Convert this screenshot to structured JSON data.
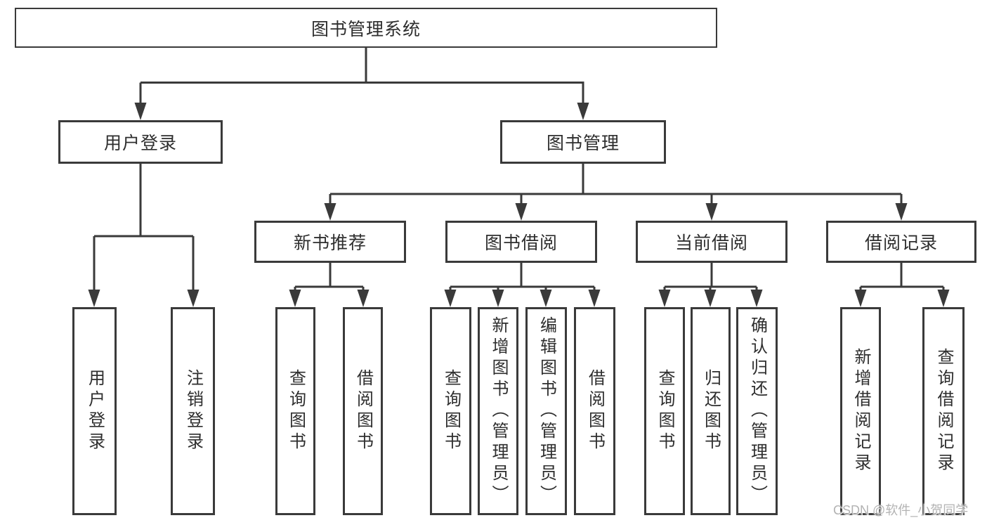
{
  "diagram_type": "hierarchy-tree",
  "watermark": "CSDN @软件_小贺同学",
  "colors": {
    "line": "#3a3a3a",
    "text": "#2e2e2e",
    "watermark": "#b3b3b3",
    "background": "#ffffff"
  },
  "tree": {
    "root": {
      "label": "图书管理系统"
    },
    "level2": [
      {
        "label": "用户登录",
        "leaves": [
          {
            "label": "用户登录"
          },
          {
            "label": "注销登录"
          }
        ]
      },
      {
        "label": "图书管理",
        "children": [
          {
            "label": "新书推荐",
            "leaves": [
              {
                "label": "查询图书"
              },
              {
                "label": "借阅图书"
              }
            ]
          },
          {
            "label": "图书借阅",
            "leaves": [
              {
                "label": "查询图书"
              },
              {
                "label": "新增图书（管理员）"
              },
              {
                "label": "编辑图书（管理员）"
              },
              {
                "label": "借阅图书"
              }
            ]
          },
          {
            "label": "当前借阅",
            "leaves": [
              {
                "label": "查询图书"
              },
              {
                "label": "归还图书"
              },
              {
                "label": "确认归还（管理员）"
              }
            ]
          },
          {
            "label": "借阅记录",
            "leaves": [
              {
                "label": "新增借阅记录"
              },
              {
                "label": "查询借阅记录"
              }
            ]
          }
        ]
      }
    ]
  }
}
